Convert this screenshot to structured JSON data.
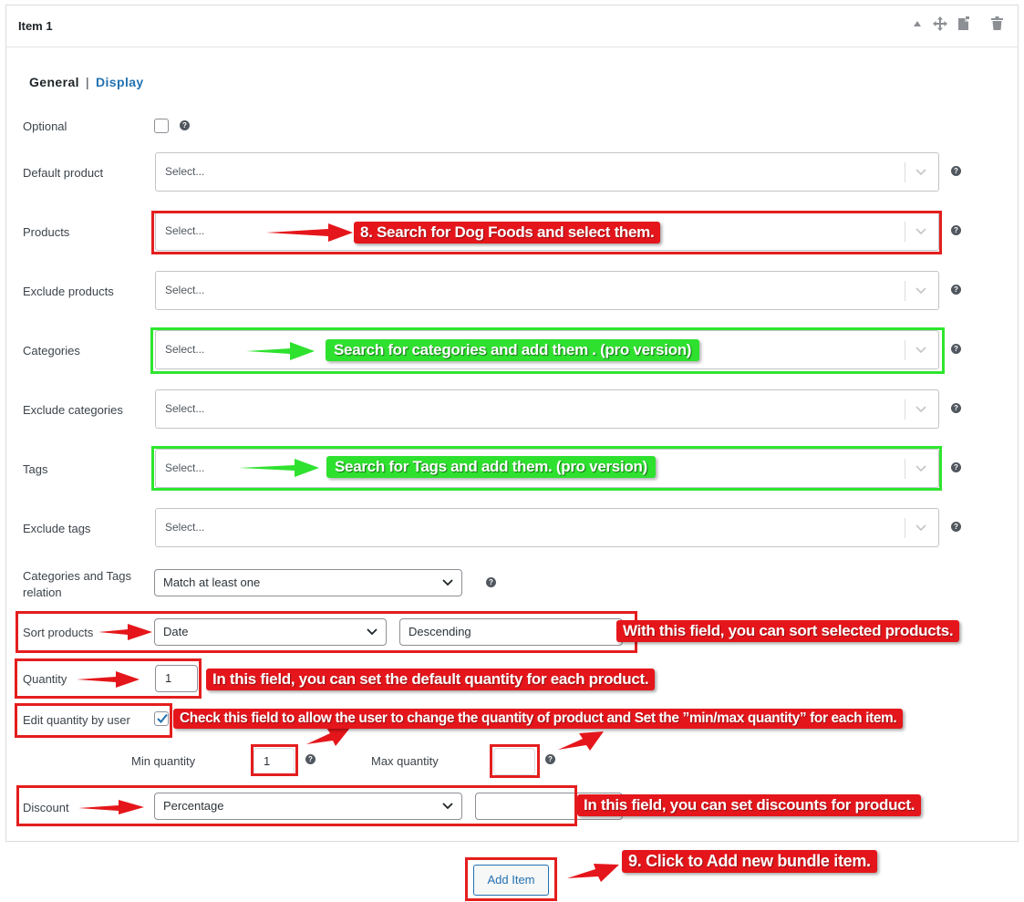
{
  "item": {
    "title": "Item 1",
    "header_icons": [
      "collapse-icon",
      "move-icon",
      "duplicate-icon",
      "trash-icon"
    ]
  },
  "tabs": {
    "general": "General",
    "separator": "|",
    "display": "Display"
  },
  "fields": {
    "optional": "Optional",
    "default_product": "Default product",
    "products": "Products",
    "exclude_products": "Exclude products",
    "categories": "Categories",
    "exclude_categories": "Exclude categories",
    "tags": "Tags",
    "exclude_tags": "Exclude tags",
    "relation_line1": "Categories and Tags",
    "relation_line2": "relation",
    "sort_products": "Sort products",
    "quantity": "Quantity",
    "edit_quantity": "Edit quantity by user",
    "min_quantity": "Min quantity",
    "max_quantity": "Max quantity",
    "discount": "Discount"
  },
  "values": {
    "select_placeholder": "Select...",
    "relation": "Match at least one",
    "sort_by": "Date",
    "sort_order": "Descending",
    "quantity": "1",
    "edit_quantity_checked": true,
    "min_quantity": "1",
    "max_quantity": "",
    "discount_type": "Percentage",
    "discount_value": ""
  },
  "buttons": {
    "add_item": "Add Item"
  },
  "annotations": {
    "products": "8. Search for Dog Foods and select them.",
    "categories": "Search for categories and add them . (pro version)",
    "tags": "Search for Tags and add them. (pro version)",
    "sort": "With this field, you can sort selected products.",
    "quantity": "In this field, you can set the default quantity for each product.",
    "edit_quantity": "Check this field to allow the user to change the quantity of product and Set the ”min/max quantity” for each item.",
    "discount": "In this field, you can set discounts for product.",
    "add_item": "9. Click to Add new bundle item."
  },
  "colors": {
    "annotation_red": "#e5161b",
    "annotation_green": "#2fe12f",
    "link_blue": "#2271b1"
  }
}
